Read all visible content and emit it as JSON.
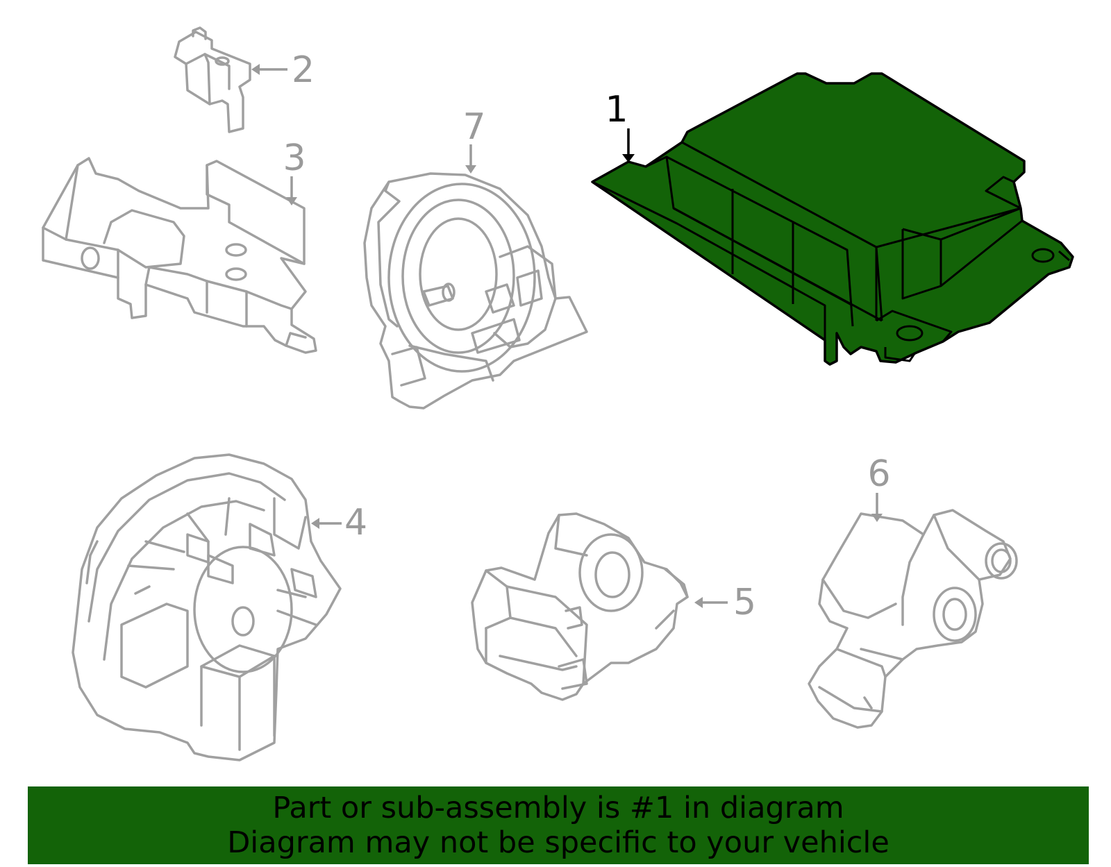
{
  "callouts": {
    "p1": "1",
    "p2": "2",
    "p3": "3",
    "p4": "4",
    "p5": "5",
    "p6": "6",
    "p7": "7"
  },
  "banner": {
    "line1": "Part or sub-assembly is #1 in diagram",
    "line2": "Diagram may not be specific to your vehicle",
    "color": "#136308"
  },
  "colors": {
    "highlight": "#136308",
    "part_outline": "#a0a0a0"
  }
}
